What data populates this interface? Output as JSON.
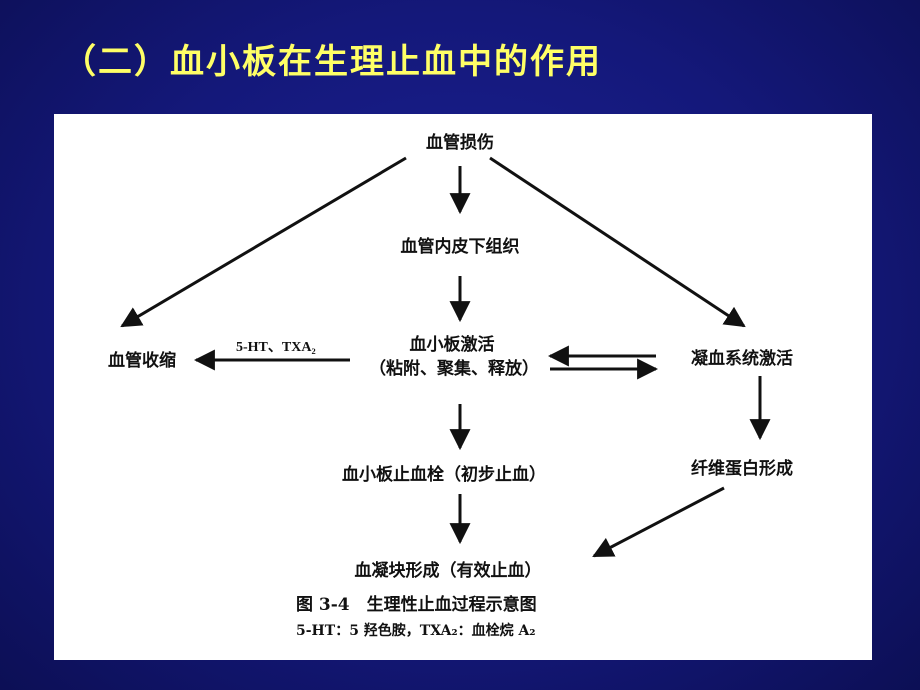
{
  "slide": {
    "title": "（二）血小板在生理止血中的作用"
  },
  "diagram": {
    "nodes": {
      "vessel_injury": "血管损伤",
      "subendothelium": "血管内皮下组织",
      "platelet_activation": "血小板激活",
      "platelet_activation_sub": "（粘附、聚集、释放）",
      "vasoconstriction": "血管收缩",
      "coag_activation": "凝血系统激活",
      "platelet_plug": "血小板止血栓（初步止血）",
      "fibrin_formation": "纤维蛋白形成",
      "clot_formation": "血凝块形成（有效止血）"
    },
    "edge_labels": {
      "to_vasoconstriction": "5-HT、TXA₂"
    },
    "caption": {
      "figure": "图 3-4　生理性止血过程示意图",
      "note": "5-HT：5 羟色胺，TXA₂：血栓烷 A₂"
    },
    "colors": {
      "background": "#14187a",
      "title": "#ffff66",
      "panel": "#ffffff",
      "ink": "#111111"
    }
  }
}
